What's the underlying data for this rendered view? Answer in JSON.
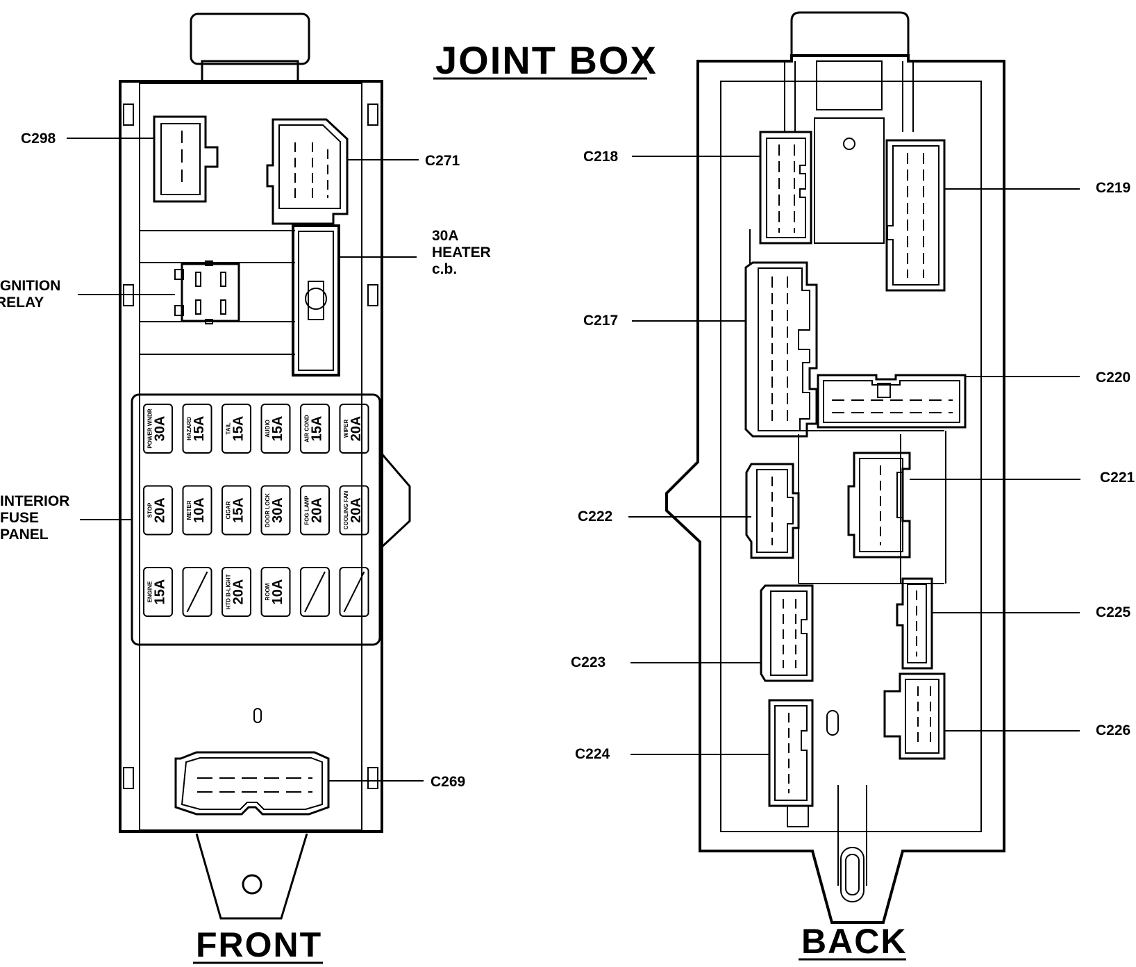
{
  "title": "JOINT BOX",
  "front": {
    "view_label": "FRONT",
    "callouts": {
      "c298": "C298",
      "c271": "C271",
      "heater_cb": [
        "30A",
        "HEATER",
        "c.b."
      ],
      "ignition_relay": [
        "IGNITION",
        "RELAY"
      ],
      "interior_fuse_panel": [
        "INTERIOR",
        "FUSE",
        "PANEL"
      ],
      "c269": "C269"
    },
    "fuses": [
      [
        {
          "name": "POWER WNDR",
          "amp": "30A"
        },
        {
          "name": "HAZARD",
          "amp": "15A"
        },
        {
          "name": "TAIL",
          "amp": "15A"
        },
        {
          "name": "AUDIO",
          "amp": "15A"
        },
        {
          "name": "AIR COND",
          "amp": "15A"
        },
        {
          "name": "WIPER",
          "amp": "20A"
        }
      ],
      [
        {
          "name": "STOP",
          "amp": "20A"
        },
        {
          "name": "METER",
          "amp": "10A"
        },
        {
          "name": "CIGAR",
          "amp": "15A"
        },
        {
          "name": "DOOR LOCK",
          "amp": "30A"
        },
        {
          "name": "FOG LAMP",
          "amp": "20A"
        },
        {
          "name": "COOLING FAN",
          "amp": "20A"
        }
      ],
      [
        {
          "name": "ENGINE",
          "amp": "15A"
        },
        {
          "name": "",
          "amp": ""
        },
        {
          "name": "HTD B-LIGHT",
          "amp": "20A"
        },
        {
          "name": "ROOM",
          "amp": "10A"
        },
        {
          "name": "",
          "amp": ""
        },
        {
          "name": "",
          "amp": ""
        }
      ]
    ]
  },
  "back": {
    "view_label": "BACK",
    "callouts": {
      "c218": "C218",
      "c219": "C219",
      "c217": "C217",
      "c220": "C220",
      "c222": "C222",
      "c221": "C221",
      "c223": "C223",
      "c225": "C225",
      "c224": "C224",
      "c226": "C226"
    }
  }
}
